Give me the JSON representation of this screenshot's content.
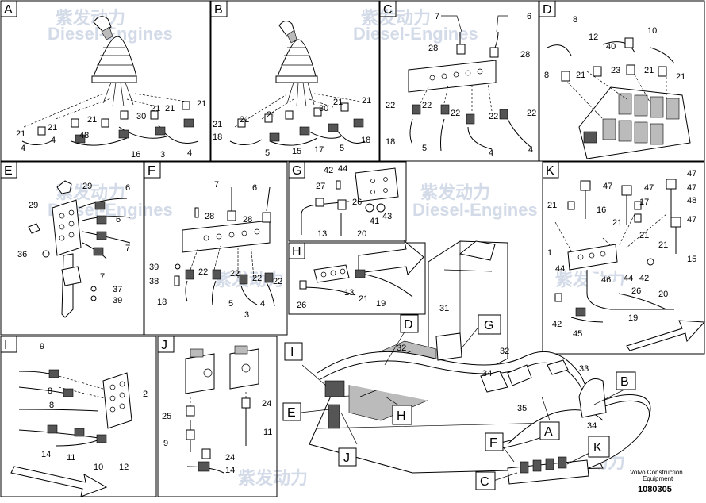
{
  "watermark": {
    "text_cn": "紫发动力",
    "text_en": "Diesel-Engines"
  },
  "footer": {
    "line1": "Volvo Construction",
    "line2": "Equipment",
    "number": "1080305"
  },
  "panels": [
    {
      "id": "A",
      "labels": [
        "21",
        "21",
        "21",
        "21",
        "30",
        "21",
        "48",
        "16",
        "3",
        "4",
        "4",
        "4",
        "21"
      ]
    },
    {
      "id": "B",
      "labels": [
        "21",
        "21",
        "21",
        "30",
        "21",
        "21",
        "18",
        "5",
        "15",
        "17",
        "5",
        "18"
      ]
    },
    {
      "id": "C",
      "labels": [
        "7",
        "6",
        "28",
        "28",
        "22",
        "22",
        "22",
        "22",
        "22",
        "18",
        "5",
        "4",
        "4"
      ]
    },
    {
      "id": "D",
      "labels": [
        "8",
        "12",
        "40",
        "10",
        "8",
        "21",
        "23",
        "21",
        "21"
      ]
    },
    {
      "id": "E",
      "labels": [
        "29",
        "6",
        "29",
        "6",
        "36",
        "7",
        "7",
        "37",
        "39"
      ]
    },
    {
      "id": "F",
      "labels": [
        "7",
        "6",
        "28",
        "28",
        "39",
        "38",
        "22",
        "22",
        "22",
        "22",
        "18",
        "5",
        "4",
        "3"
      ]
    },
    {
      "id": "G",
      "labels": [
        "42",
        "44",
        "27",
        "26",
        "41",
        "43",
        "13",
        "20"
      ]
    },
    {
      "id": "H",
      "labels": [
        "13",
        "21",
        "26",
        "19"
      ]
    },
    {
      "id": "I",
      "labels": [
        "9",
        "8",
        "8",
        "2",
        "14",
        "11",
        "10",
        "12"
      ]
    },
    {
      "id": "J",
      "labels": [
        "24",
        "25",
        "11",
        "9",
        "24",
        "14"
      ]
    },
    {
      "id": "K",
      "labels": [
        "47",
        "47",
        "47",
        "47",
        "21",
        "16",
        "17",
        "48",
        "21",
        "47",
        "21",
        "21",
        "15",
        "1",
        "44",
        "46",
        "44",
        "42",
        "26",
        "20",
        "42",
        "45",
        "19"
      ]
    }
  ],
  "main_view": {
    "callouts": [
      "D",
      "G",
      "I",
      "E",
      "H",
      "J",
      "B",
      "A",
      "F",
      "K",
      "C"
    ],
    "numbers": [
      "31",
      "32",
      "32",
      "33",
      "34",
      "35",
      "34"
    ]
  }
}
